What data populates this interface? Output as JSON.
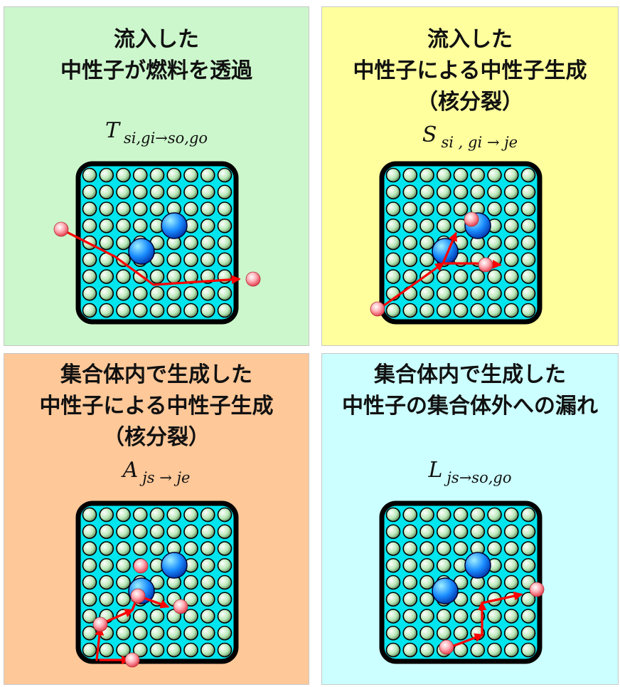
{
  "panels": [
    {
      "id": "transmission",
      "background": "#ccf7cc",
      "title_lines": [
        "流入した",
        "中性子が燃料を透過"
      ],
      "symbol": "T",
      "subscript": "si,gi→so,go"
    },
    {
      "id": "source",
      "background": "#ffff9e",
      "title_lines": [
        "流入した",
        "中性子による中性子生成",
        "（核分裂）"
      ],
      "symbol": "S",
      "subscript": "si , gi → je"
    },
    {
      "id": "self-production",
      "background": "#ffc899",
      "title_lines": [
        "集合体内で生成した",
        "中性子による中性子生成",
        "（核分裂）"
      ],
      "symbol": "A",
      "subscript": "js → je"
    },
    {
      "id": "leakage",
      "background": "#ccffff",
      "title_lines": [
        "集合体内で生成した",
        "中性子の集合体外への漏れ"
      ],
      "symbol": "L",
      "subscript": "js→so,go"
    }
  ],
  "colors": {
    "assembly_fill": "#00e5ee",
    "assembly_border": "#000000",
    "pin": "#b9e8b9",
    "big_pin": "#1a8cff",
    "neutron": "#ff7a88",
    "arrow": "#ff0000"
  }
}
